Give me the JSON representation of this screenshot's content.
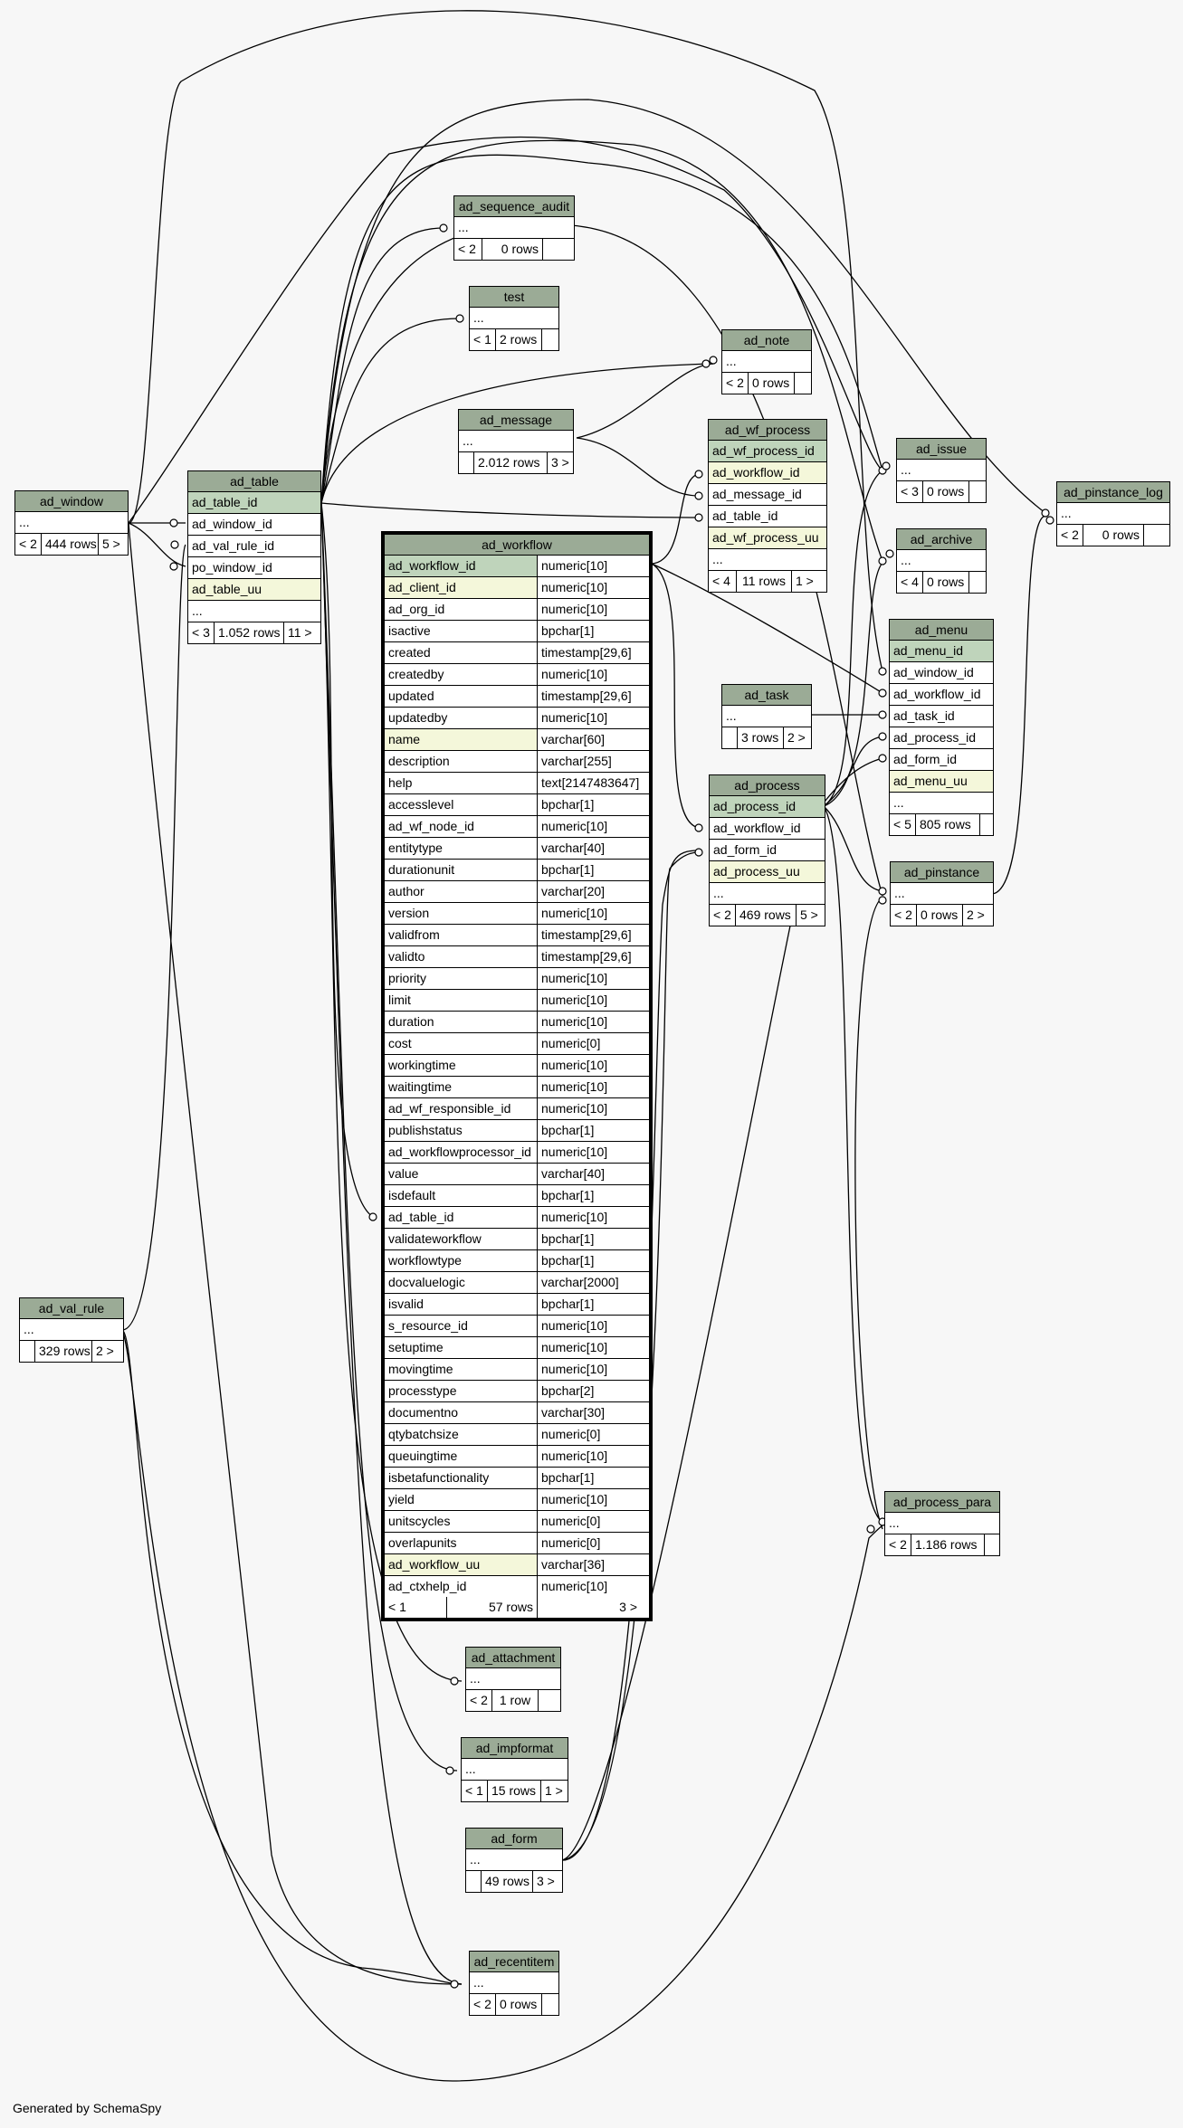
{
  "tables": {
    "ad_window": {
      "name": "ad_window",
      "ellipsis": "...",
      "foot": [
        "< 2",
        "444 rows",
        "5 >"
      ]
    },
    "ad_table": {
      "name": "ad_table",
      "cols": [
        "ad_table_id",
        "ad_window_id",
        "ad_val_rule_id",
        "po_window_id",
        "ad_table_uu"
      ],
      "ellipsis": "...",
      "foot": [
        "< 3",
        "1.052 rows",
        "11 >"
      ]
    },
    "ad_val_rule": {
      "name": "ad_val_rule",
      "ellipsis": "...",
      "foot": [
        "",
        "329 rows",
        "2 >"
      ]
    },
    "ad_sequence_audit": {
      "name": "ad_sequence_audit",
      "ellipsis": "...",
      "foot": [
        "< 2",
        "0 rows",
        ""
      ]
    },
    "test": {
      "name": "test",
      "ellipsis": "...",
      "foot": [
        "< 1",
        "2 rows",
        ""
      ]
    },
    "ad_message": {
      "name": "ad_message",
      "ellipsis": "...",
      "foot": [
        "",
        "2.012 rows",
        "3 >"
      ]
    },
    "ad_note": {
      "name": "ad_note",
      "ellipsis": "...",
      "foot": [
        "< 2",
        "0 rows",
        ""
      ]
    },
    "ad_wf_process": {
      "name": "ad_wf_process",
      "cols": [
        "ad_wf_process_id",
        "ad_workflow_id",
        "ad_message_id",
        "ad_table_id",
        "ad_wf_process_uu"
      ],
      "ellipsis": "...",
      "foot": [
        "< 4",
        "11 rows",
        "1 >"
      ]
    },
    "ad_issue": {
      "name": "ad_issue",
      "ellipsis": "...",
      "foot": [
        "< 3",
        "0 rows",
        ""
      ]
    },
    "ad_pinstance_log": {
      "name": "ad_pinstance_log",
      "ellipsis": "...",
      "foot": [
        "< 2",
        "0 rows",
        ""
      ]
    },
    "ad_archive": {
      "name": "ad_archive",
      "ellipsis": "...",
      "foot": [
        "< 4",
        "0 rows",
        ""
      ]
    },
    "ad_menu": {
      "name": "ad_menu",
      "cols": [
        "ad_menu_id",
        "ad_window_id",
        "ad_workflow_id",
        "ad_task_id",
        "ad_process_id",
        "ad_form_id",
        "ad_menu_uu"
      ],
      "ellipsis": "...",
      "foot": [
        "< 5",
        "805 rows",
        ""
      ]
    },
    "ad_task": {
      "name": "ad_task",
      "ellipsis": "...",
      "foot": [
        "",
        "3 rows",
        "2 >"
      ]
    },
    "ad_process": {
      "name": "ad_process",
      "cols": [
        "ad_process_id",
        "ad_workflow_id",
        "ad_form_id",
        "ad_process_uu"
      ],
      "ellipsis": "...",
      "foot": [
        "< 2",
        "469 rows",
        "5 >"
      ]
    },
    "ad_pinstance": {
      "name": "ad_pinstance",
      "ellipsis": "...",
      "foot": [
        "< 2",
        "0 rows",
        "2 >"
      ]
    },
    "ad_process_para": {
      "name": "ad_process_para",
      "ellipsis": "...",
      "foot": [
        "< 2",
        "1.186 rows",
        ""
      ]
    },
    "ad_attachment": {
      "name": "ad_attachment",
      "ellipsis": "...",
      "foot": [
        "< 2",
        "1 row",
        ""
      ]
    },
    "ad_impformat": {
      "name": "ad_impformat",
      "ellipsis": "...",
      "foot": [
        "< 1",
        "15 rows",
        "1 >"
      ]
    },
    "ad_form": {
      "name": "ad_form",
      "ellipsis": "...",
      "foot": [
        "",
        "49 rows",
        "3 >"
      ]
    },
    "ad_recentitem": {
      "name": "ad_recentitem",
      "ellipsis": "...",
      "foot": [
        "< 2",
        "0 rows",
        ""
      ]
    },
    "ad_workflow": {
      "name": "ad_workflow",
      "cols": [
        [
          "ad_workflow_id",
          "numeric[10]"
        ],
        [
          "ad_client_id",
          "numeric[10]"
        ],
        [
          "ad_org_id",
          "numeric[10]"
        ],
        [
          "isactive",
          "bpchar[1]"
        ],
        [
          "created",
          "timestamp[29,6]"
        ],
        [
          "createdby",
          "numeric[10]"
        ],
        [
          "updated",
          "timestamp[29,6]"
        ],
        [
          "updatedby",
          "numeric[10]"
        ],
        [
          "name",
          "varchar[60]"
        ],
        [
          "description",
          "varchar[255]"
        ],
        [
          "help",
          "text[2147483647]"
        ],
        [
          "accesslevel",
          "bpchar[1]"
        ],
        [
          "ad_wf_node_id",
          "numeric[10]"
        ],
        [
          "entitytype",
          "varchar[40]"
        ],
        [
          "durationunit",
          "bpchar[1]"
        ],
        [
          "author",
          "varchar[20]"
        ],
        [
          "version",
          "numeric[10]"
        ],
        [
          "validfrom",
          "timestamp[29,6]"
        ],
        [
          "validto",
          "timestamp[29,6]"
        ],
        [
          "priority",
          "numeric[10]"
        ],
        [
          "limit",
          "numeric[10]"
        ],
        [
          "duration",
          "numeric[10]"
        ],
        [
          "cost",
          "numeric[0]"
        ],
        [
          "workingtime",
          "numeric[10]"
        ],
        [
          "waitingtime",
          "numeric[10]"
        ],
        [
          "ad_wf_responsible_id",
          "numeric[10]"
        ],
        [
          "publishstatus",
          "bpchar[1]"
        ],
        [
          "ad_workflowprocessor_id",
          "numeric[10]"
        ],
        [
          "value",
          "varchar[40]"
        ],
        [
          "isdefault",
          "bpchar[1]"
        ],
        [
          "ad_table_id",
          "numeric[10]"
        ],
        [
          "validateworkflow",
          "bpchar[1]"
        ],
        [
          "workflowtype",
          "bpchar[1]"
        ],
        [
          "docvaluelogic",
          "varchar[2000]"
        ],
        [
          "isvalid",
          "bpchar[1]"
        ],
        [
          "s_resource_id",
          "numeric[10]"
        ],
        [
          "setuptime",
          "numeric[10]"
        ],
        [
          "movingtime",
          "numeric[10]"
        ],
        [
          "processtype",
          "bpchar[2]"
        ],
        [
          "documentno",
          "varchar[30]"
        ],
        [
          "qtybatchsize",
          "numeric[0]"
        ],
        [
          "queuingtime",
          "numeric[10]"
        ],
        [
          "isbetafunctionality",
          "bpchar[1]"
        ],
        [
          "yield",
          "numeric[10]"
        ],
        [
          "unitscycles",
          "numeric[0]"
        ],
        [
          "overlapunits",
          "numeric[0]"
        ],
        [
          "ad_workflow_uu",
          "varchar[36]"
        ],
        [
          "ad_ctxhelp_id",
          "numeric[10]"
        ]
      ],
      "foot": [
        "< 1",
        "57 rows",
        "3 >"
      ]
    }
  },
  "footer": "Generated by SchemaSpy"
}
